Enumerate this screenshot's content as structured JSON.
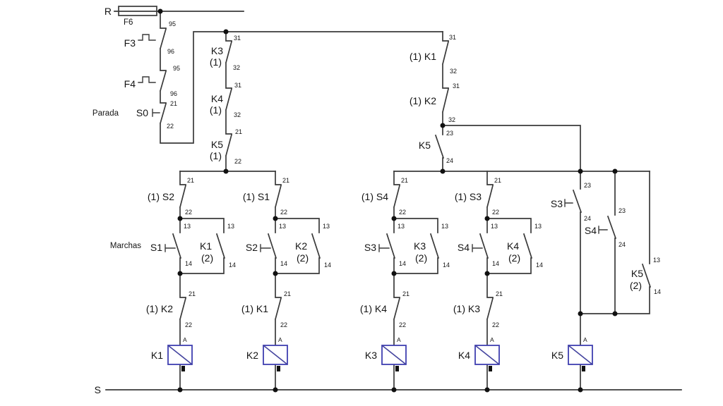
{
  "colors": {
    "wire": "#3a3a3a",
    "coil_box": "#3f3fb0",
    "text": "#151515"
  },
  "power": {
    "phase_label": "R",
    "neutral_label": "S",
    "fuse_label": "F6"
  },
  "protection": {
    "f3": {
      "label": "F3",
      "top_num": "95",
      "bottom_num": "96"
    },
    "f4": {
      "label": "F4",
      "top_num": "95",
      "bottom_num": "96"
    }
  },
  "stop_button": {
    "caption": "Parada",
    "label": "S0",
    "top_num": "21",
    "bottom_num": "22"
  },
  "interlock_chain_left": [
    {
      "name": "K3",
      "sub": "(1)",
      "top_num": "31",
      "bottom_num": "32"
    },
    {
      "name": "K4",
      "sub": "(1)",
      "top_num": "31",
      "bottom_num": "32"
    },
    {
      "name": "K5",
      "sub": "(1)",
      "top_num": "21",
      "bottom_num": "22"
    }
  ],
  "interlock_chain_right": [
    {
      "name": "(1) K1",
      "top_num": "31",
      "bottom_num": "32"
    },
    {
      "name": "(1) K2",
      "top_num": "31",
      "bottom_num": "32"
    }
  ],
  "k5_feed_contact": {
    "name": "K5",
    "top_num": "23",
    "bottom_num": "24"
  },
  "rungs": [
    {
      "nc_top": {
        "name": "(1) S2",
        "top_num": "21",
        "bottom_num": "22"
      },
      "start_button": {
        "caption": "Marchas",
        "name": "S1",
        "top_num": "13",
        "bottom_num": "14"
      },
      "holding_contact": {
        "name": "K1",
        "sub": "(2)",
        "top_num": "13",
        "bottom_num": "14"
      },
      "nc_bottom": {
        "name": "(1) K2",
        "top_num": "21",
        "bottom_num": "22"
      },
      "coil": {
        "name": "K1",
        "terminal": "A"
      }
    },
    {
      "nc_top": {
        "name": "(1) S1",
        "top_num": "21",
        "bottom_num": "22"
      },
      "start_button": {
        "name": "S2",
        "top_num": "13",
        "bottom_num": "14"
      },
      "holding_contact": {
        "name": "K2",
        "sub": "(2)",
        "top_num": "13",
        "bottom_num": "14"
      },
      "nc_bottom": {
        "name": "(1) K1",
        "top_num": "21",
        "bottom_num": "22"
      },
      "coil": {
        "name": "K2",
        "terminal": "A"
      }
    },
    {
      "nc_top": {
        "name": "(1) S4",
        "top_num": "21",
        "bottom_num": "22"
      },
      "start_button": {
        "name": "S3",
        "top_num": "13",
        "bottom_num": "14"
      },
      "holding_contact": {
        "name": "K3",
        "sub": "(2)",
        "top_num": "13",
        "bottom_num": "14"
      },
      "nc_bottom": {
        "name": "(1) K4",
        "top_num": "21",
        "bottom_num": "22"
      },
      "coil": {
        "name": "K3",
        "terminal": "A"
      }
    },
    {
      "nc_top": {
        "name": "(1) S3",
        "top_num": "21",
        "bottom_num": "22"
      },
      "start_button": {
        "name": "S4",
        "top_num": "13",
        "bottom_num": "14"
      },
      "holding_contact": {
        "name": "K4",
        "sub": "(2)",
        "top_num": "13",
        "bottom_num": "14"
      },
      "nc_bottom": {
        "name": "(1) K3",
        "top_num": "21",
        "bottom_num": "22"
      },
      "coil": {
        "name": "K4",
        "terminal": "A"
      }
    }
  ],
  "k5_branch": {
    "s3": {
      "name": "S3",
      "top_num": "23",
      "bottom_num": "24"
    },
    "s4": {
      "name": "S4",
      "top_num": "23",
      "bottom_num": "24"
    },
    "holding_contact": {
      "name": "K5",
      "sub": "(2)",
      "top_num": "13",
      "bottom_num": "14"
    },
    "coil": {
      "name": "K5",
      "terminal": "A"
    }
  }
}
